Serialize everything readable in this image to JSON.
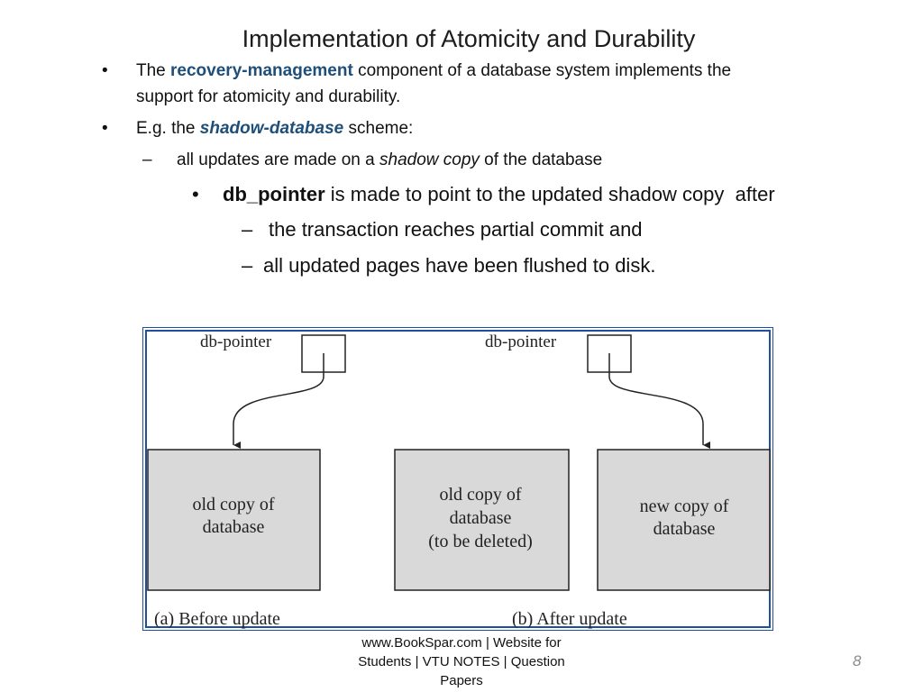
{
  "title": "Implementation of Atomicity and Durability",
  "bullets": {
    "b1": {
      "marker": "•",
      "pre": "The ",
      "term": "recovery-management",
      "post": " component of a database system implements the",
      "line2": "support for atomicity and durability."
    },
    "b2": {
      "marker": "•",
      "pre": "E.g. the ",
      "term": "shadow-database",
      "post": " scheme:"
    },
    "b3": {
      "marker": "–",
      "pre": "all updates are made on a ",
      "term": "shadow copy",
      "post": " of the database"
    },
    "b4": {
      "marker": "•",
      "term": "db_pointer",
      "post": " is made to point to the updated shadow copy  after"
    },
    "b5": {
      "marker": "–",
      "text": "the transaction reaches partial commit and"
    },
    "b6": {
      "marker": "–",
      "text": "all updated pages have been flushed to disk."
    }
  },
  "figure": {
    "colors": {
      "frame": "#1f4e9a",
      "box_fill": "#d9d9d9",
      "stroke": "#222222"
    },
    "pointer_a": "db-pointer",
    "pointer_b": "db-pointer",
    "box_old_a": {
      "line1": "old copy of",
      "line2": "database"
    },
    "box_old_b": {
      "line1": "old copy of",
      "line2": "database",
      "line3": "(to be deleted)"
    },
    "box_new_b": {
      "line1": "new copy of",
      "line2": "database"
    },
    "caption_a": "(a) Before update",
    "caption_b": "(b) After update"
  },
  "footer": {
    "line1": "www.BookSpar.com | Website for",
    "line2": "Students | VTU NOTES | Question",
    "line3": "Papers"
  },
  "page_number": "8"
}
